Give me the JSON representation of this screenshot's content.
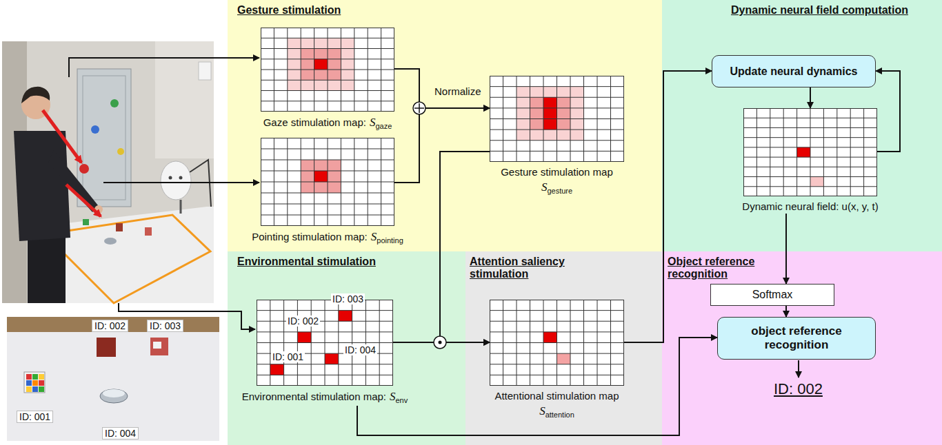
{
  "diagram": {
    "nodes": [
      {
        "text": [
          "Gesture stimulation"
        ]
      },
      {
        "text": [
          "Gaze stimulation map:",
          "S",
          "gaze"
        ],
        "in": 0
      },
      {
        "text": [
          "Pointing stimulation map:",
          "S",
          "pointing"
        ],
        "in": 0
      },
      {
        "text": [
          "Gesture stimulation map",
          "S",
          "gesture"
        ],
        "in": 0
      },
      {
        "text": [
          "Dynamic neural field computation"
        ]
      },
      {
        "text": [
          "Update neural dynamics"
        ],
        "in": 4
      },
      {
        "text": [
          "Dynamic neural field: u(x, y, t)"
        ],
        "in": 4
      },
      {
        "text": [
          "Environmental stimulation"
        ]
      },
      {
        "text": [
          "Environmental stimulation map:",
          "S",
          "env",
          "ID: 001",
          "ID: 002",
          "ID: 003",
          "ID: 004"
        ],
        "in": 7
      },
      {
        "text": [
          "Attention saliency stimulation"
        ]
      },
      {
        "text": [
          "Attentional stimulation map",
          "S",
          "attention"
        ],
        "in": 9
      },
      {
        "text": [
          "Object reference recognition"
        ]
      },
      {
        "text": [
          "Softmax"
        ],
        "in": 11
      },
      {
        "text": [
          "object reference recognition"
        ],
        "in": 11
      }
    ],
    "edges": [
      {
        "from": 1,
        "to": 3,
        "arrow": "to"
      },
      {
        "from": 2,
        "to": 3,
        "arrow": "to"
      },
      {
        "from": 3,
        "to": 10,
        "arrow": "to"
      },
      {
        "from": 8,
        "to": 10,
        "arrow": "to"
      },
      {
        "from": 10,
        "to": 5,
        "arrow": "to"
      },
      {
        "from": 5,
        "to": 6,
        "arrow": "to"
      },
      {
        "from": 6,
        "to": 5,
        "arrow": "to"
      },
      {
        "from": 6,
        "to": 12,
        "arrow": "to"
      },
      {
        "from": 12,
        "to": 13,
        "arrow": "to"
      },
      {
        "from": 8,
        "to": 13,
        "arrow": "to"
      }
    ],
    "labels": [
      "Normalize",
      "ID: 002",
      "ID: 002",
      "ID: 003",
      "ID: 001",
      "ID: 004"
    ]
  }
}
